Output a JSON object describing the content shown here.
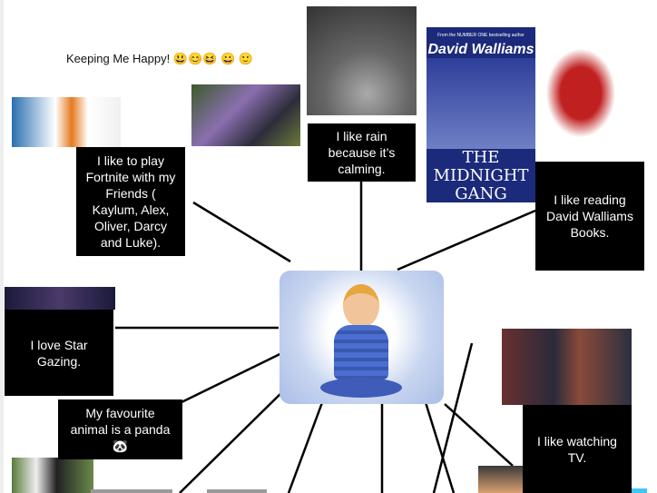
{
  "title": "Keeping Me Happy!",
  "title_emojis": "😃😊😆 😀 🙂",
  "boxes": {
    "fortnite": "I like to play Fortnite with my Friends ( Kaylum, Alex, Oliver, Darcy and Luke).",
    "rain": "I like rain because it’s calming.",
    "reading": "I like reading David Walliams Books.",
    "stars": "I love Star Gazing.",
    "panda": "My  favourite animal is a panda",
    "panda_emoji": "🐼",
    "tv": "I like watching TV."
  },
  "book": {
    "author": "David Walliams",
    "title": "THE MIDNIGHT GANG",
    "tagline": "From the NUMBER ONE bestselling author"
  }
}
